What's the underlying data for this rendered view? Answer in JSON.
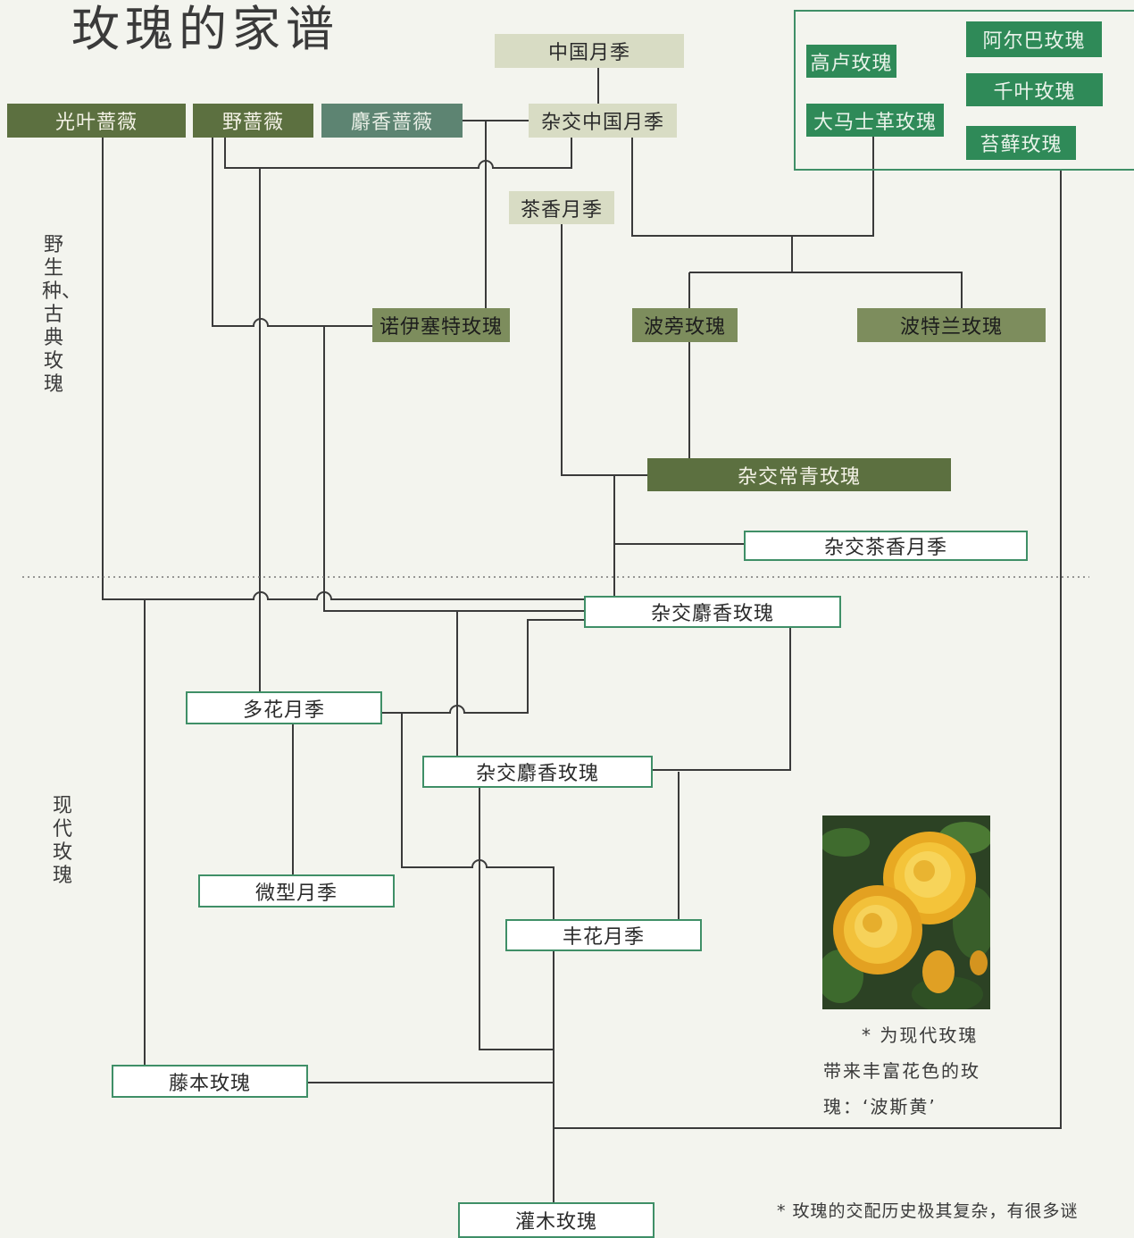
{
  "title": "玫瑰的家谱",
  "sections": {
    "wild_old": "野生种、古典玫瑰",
    "modern": "现代玫瑰"
  },
  "nodes": {
    "china_rose": "中国月季",
    "r_wichurana": "光叶蔷薇",
    "r_multiflora": "野蔷薇",
    "r_moschata": "麝香蔷薇",
    "hybrid_china": "杂交中国月季",
    "gallica": "高卢玫瑰",
    "damask": "大马士革玫瑰",
    "alba": "阿尔巴玫瑰",
    "centifolia": "千叶玫瑰",
    "moss": "苔藓玫瑰",
    "tea": "茶香月季",
    "noisette": "诺伊塞特玫瑰",
    "bourbon": "波旁玫瑰",
    "portland": "波特兰玫瑰",
    "hybrid_perpetual": "杂交常青玫瑰",
    "hybrid_tea": "杂交茶香月季",
    "hybrid_musk_1": "杂交麝香玫瑰",
    "polyantha": "多花月季",
    "hybrid_musk_2": "杂交麝香玫瑰",
    "miniature": "微型月季",
    "floribunda": "丰花月季",
    "climber": "藤本玫瑰",
    "shrub": "灌木玫瑰"
  },
  "photo_caption": [
    "* 为现代玫瑰",
    "带来丰富花色的玫",
    "瑰：‘波斯黄’"
  ],
  "footnote": "* 玫瑰的交配历史极其复杂，有很多谜"
}
